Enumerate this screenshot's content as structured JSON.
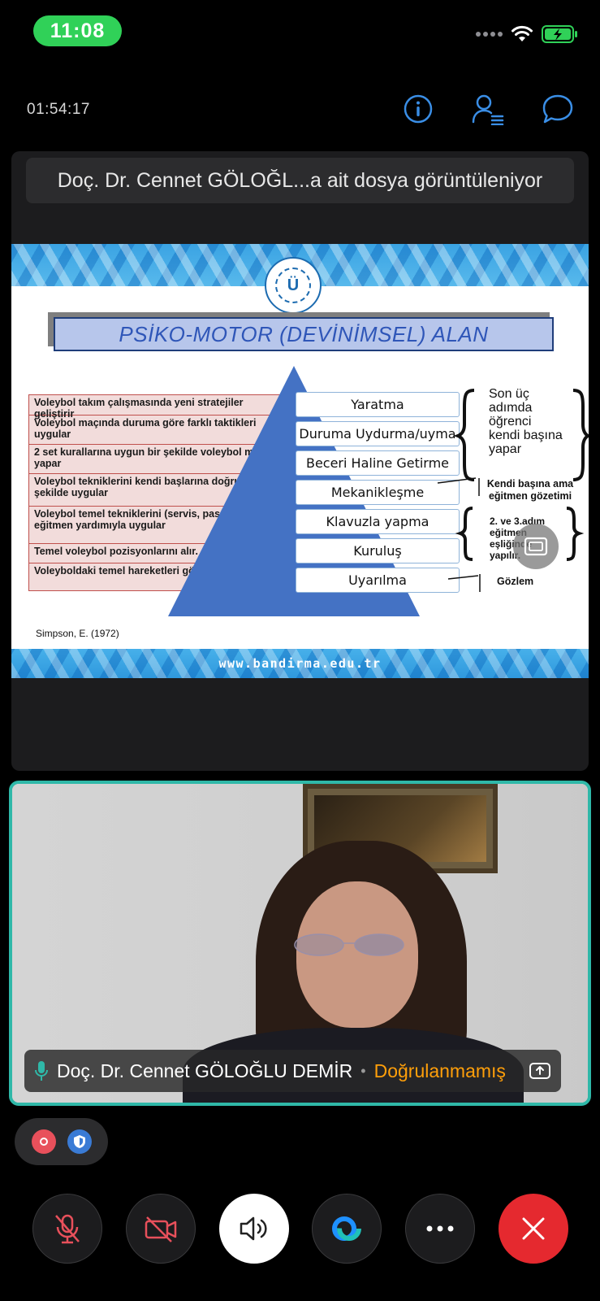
{
  "status_bar": {
    "time": "11:08"
  },
  "meeting": {
    "duration": "01:54:17"
  },
  "share": {
    "banner": "Doç. Dr. Cennet GÖLOĞL...a ait dosya görüntüleniyor",
    "slide": {
      "title": "PSİKO-MOTOR (DEVİNİMSEL) ALAN",
      "behaviors": [
        "Voleybol takım çalışmasında yeni stratejiler geliştirir",
        "Voleybol maçında duruma göre farklı  taktikleri uygular",
        "2 set kurallarına uygun bir şekilde voleybol maçı yapar",
        "Voleybol tekniklerini kendi başlarına doğru bir şekilde uygular",
        "Voleybol temel tekniklerini (servis, pas, smaç) eğitmen yardımıyla uygular",
        "Temel voleybol pozisyonlarını alır.",
        "Voleyboldaki temel hareketleri gözlemler."
      ],
      "steps": [
        "Yaratma",
        "Duruma Uydurma/uyma",
        "Beceri Haline Getirme",
        "Mekanikleşme",
        "Klavuzla yapma",
        "Kuruluş",
        "Uyarılma"
      ],
      "note_top_lines": [
        "Son üç",
        "adımda",
        "öğrenci",
        "kendi başına",
        "yapar"
      ],
      "note_mid": "Kendi başına ama eğitmen gözetimi",
      "note_lower_lines": [
        "2. ve 3.adım",
        "eğitmen",
        "eşliğinde",
        "yapılır."
      ],
      "note_bottom": "Gözlem",
      "citation": "Simpson, E. (1972)",
      "url": "www.bandirma.edu.tr"
    }
  },
  "participant": {
    "name": "Doç. Dr. Cennet GÖLOĞLU DEMİR",
    "separator": "•",
    "status": "Doğrulanmamış"
  },
  "colors": {
    "accent_green": "#30d158",
    "tile_border": "#2fb8a8",
    "unverified": "#ff9f0a",
    "end_call": "#e5292f",
    "icon_blue": "#3a8ee6"
  }
}
